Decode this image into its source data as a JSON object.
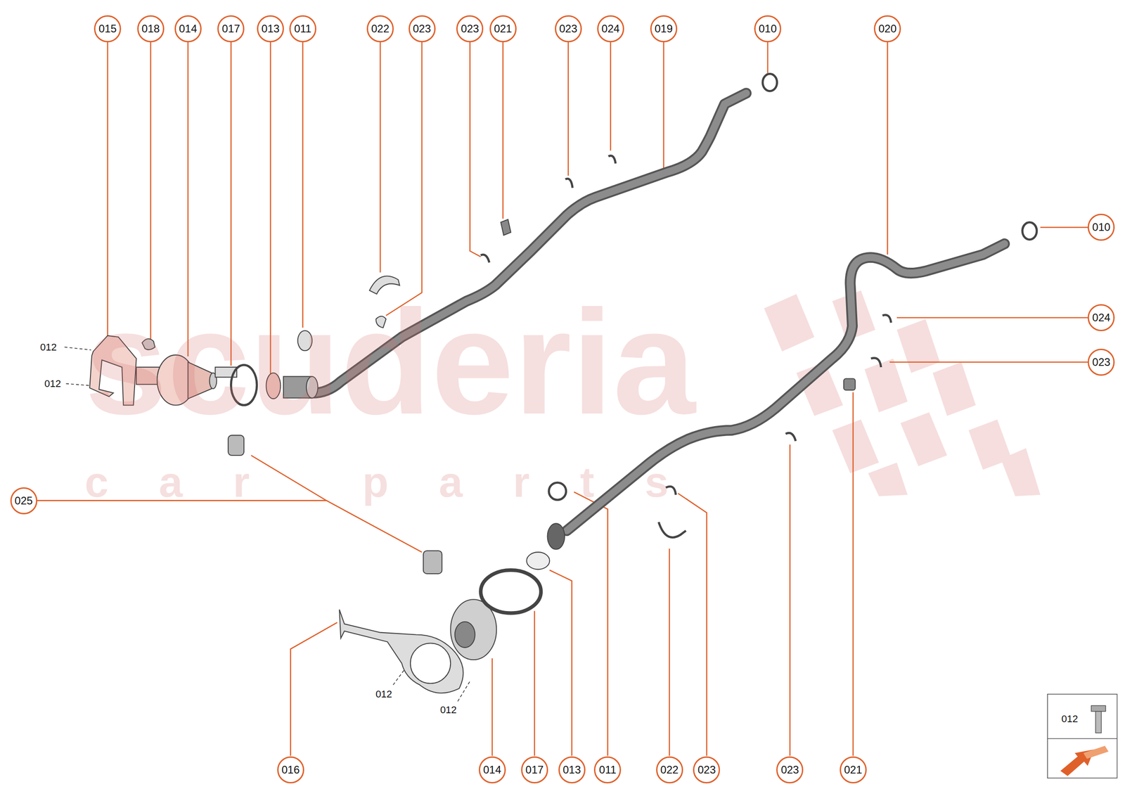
{
  "diagram": {
    "nodes": [
      {
        "text": [
          "015"
        ]
      },
      {
        "text": [
          "018"
        ]
      },
      {
        "text": [
          "014"
        ]
      },
      {
        "text": [
          "017"
        ]
      },
      {
        "text": [
          "013"
        ]
      },
      {
        "text": [
          "011"
        ]
      },
      {
        "text": [
          "022"
        ]
      },
      {
        "text": [
          "023"
        ]
      },
      {
        "text": [
          "023"
        ]
      },
      {
        "text": [
          "021"
        ]
      },
      {
        "text": [
          "023"
        ]
      },
      {
        "text": [
          "024"
        ]
      },
      {
        "text": [
          "019"
        ]
      },
      {
        "text": [
          "010"
        ]
      },
      {
        "text": [
          "020"
        ]
      },
      {
        "text": [
          "010"
        ]
      },
      {
        "text": [
          "024"
        ]
      },
      {
        "text": [
          "023"
        ]
      },
      {
        "text": [
          "025"
        ]
      },
      {
        "text": [
          "016"
        ]
      },
      {
        "text": [
          "014"
        ]
      },
      {
        "text": [
          "017"
        ]
      },
      {
        "text": [
          "013"
        ]
      },
      {
        "text": [
          "011"
        ]
      },
      {
        "text": [
          "022"
        ]
      },
      {
        "text": [
          "023"
        ]
      },
      {
        "text": [
          "023"
        ]
      },
      {
        "text": [
          "021"
        ]
      }
    ],
    "labels": [
      "012",
      "012",
      "012",
      "012",
      "scuderia",
      "car parts"
    ],
    "legend": [
      {
        "text": "012"
      }
    ]
  }
}
